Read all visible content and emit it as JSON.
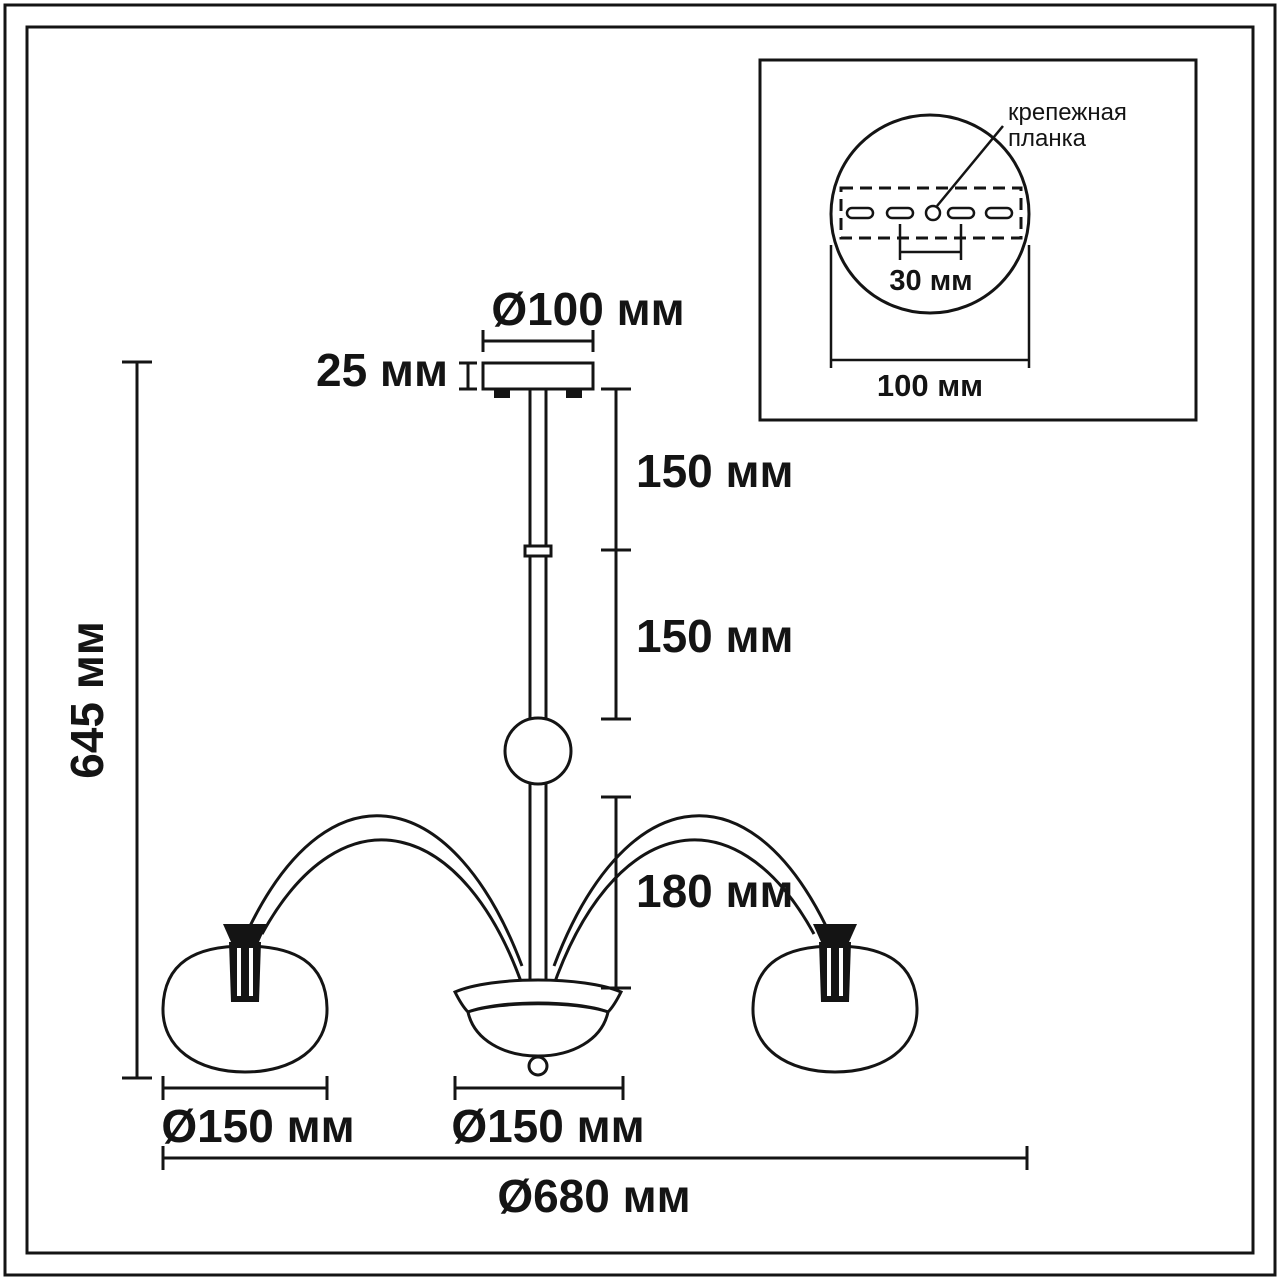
{
  "diagram": {
    "units": "мм",
    "colors": {
      "line": "#141414",
      "background": "#ffffff"
    },
    "dimensions": {
      "canopy_diameter": "Ø100 мм",
      "canopy_height": "25 мм",
      "stem_upper": "150 мм",
      "stem_lower": "150 мм",
      "arm_drop": "180 мм",
      "total_height": "645 мм",
      "shade_diameter": "Ø150 мм",
      "center_body_diameter": "Ø150 мм",
      "total_width": "Ø680 мм"
    },
    "inset": {
      "plate_label": [
        "крепежная",
        "планка"
      ],
      "slot_spacing": "30 мм",
      "plate_width": "100 мм"
    }
  }
}
